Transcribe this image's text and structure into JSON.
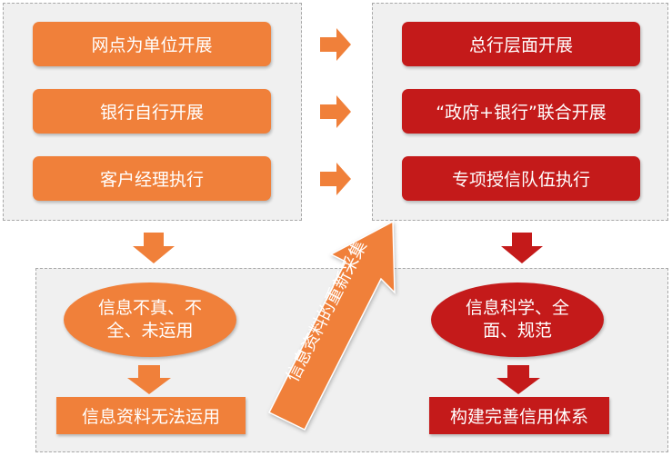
{
  "left_steps": [
    "网点为单位开展",
    "银行自行开展",
    "客户经理执行"
  ],
  "right_steps": [
    "总行层面开展",
    "“政府+银行”联合开展",
    "专项授信队伍执行"
  ],
  "bottom_left": {
    "ellipse": "信息不真、不全、未运用",
    "result": "信息资料无法运用"
  },
  "bottom_right": {
    "ellipse": "信息科学、全面、规范",
    "result": "构建完善信用体系"
  },
  "diagonal_arrow_label": "信息资料的重新采集",
  "colors": {
    "orange": "#f0803a",
    "red": "#c41a1a",
    "panel_bg": "#f0f0f0",
    "panel_border": "#a8a8a8"
  }
}
